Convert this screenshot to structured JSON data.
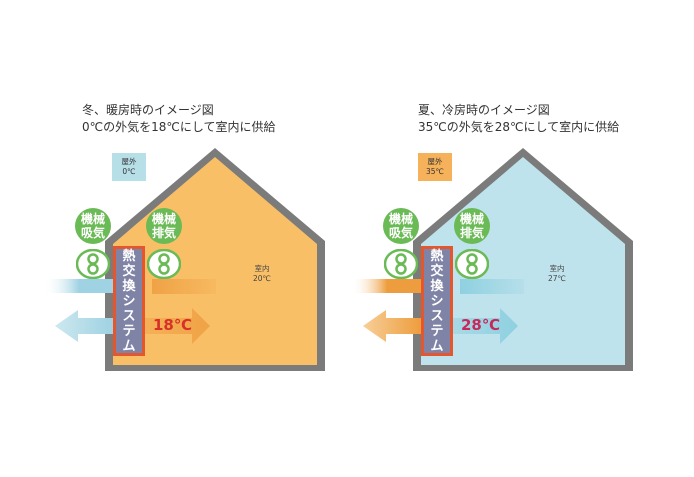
{
  "panels": [
    {
      "id": "winter",
      "caption_line1": "冬、暖房時のイメージ図",
      "caption_line2": "0℃の外気を18℃にして室内に供給",
      "outdoor_label": "屋外",
      "outdoor_temp": "0℃",
      "indoor_label": "室内",
      "indoor_temp": "20℃",
      "intake_line1": "機械",
      "intake_line2": "吸気",
      "exhaust_line1": "機械",
      "exhaust_line2": "排気",
      "system_chars": [
        "熱",
        "交",
        "換",
        "シ",
        "ス",
        "テ",
        "ム"
      ],
      "supply_temp": "18℃",
      "colors": {
        "room": "#f9bf67",
        "outdoor_box": "#b6dfe8",
        "air_in_out": "#9fd2e2",
        "air_to_room": "#f0a246",
        "supply_text": "#d83028"
      }
    },
    {
      "id": "summer",
      "caption_line1": "夏、冷房時のイメージ図",
      "caption_line2": "35℃の外気を28℃にして室内に供給",
      "outdoor_label": "屋外",
      "outdoor_temp": "35℃",
      "indoor_label": "室内",
      "indoor_temp": "27℃",
      "intake_line1": "機械",
      "intake_line2": "吸気",
      "exhaust_line1": "機械",
      "exhaust_line2": "排気",
      "system_chars": [
        "熱",
        "交",
        "換",
        "シ",
        "ス",
        "テ",
        "ム"
      ],
      "supply_temp": "28℃",
      "colors": {
        "room": "#bfe3ec",
        "outdoor_box": "#f6b25a",
        "air_in_out": "#ee9d3e",
        "air_to_room": "#8fd0e0",
        "supply_text": "#c8285a"
      }
    }
  ],
  "colors": {
    "house_outline": "#7b7b7b",
    "vent_badge": "#6aba55",
    "system_fill": "#7f83a6",
    "system_border": "#e4572e"
  },
  "icons": {
    "fan": "fan-icon",
    "arrow": "arrow-icon"
  }
}
